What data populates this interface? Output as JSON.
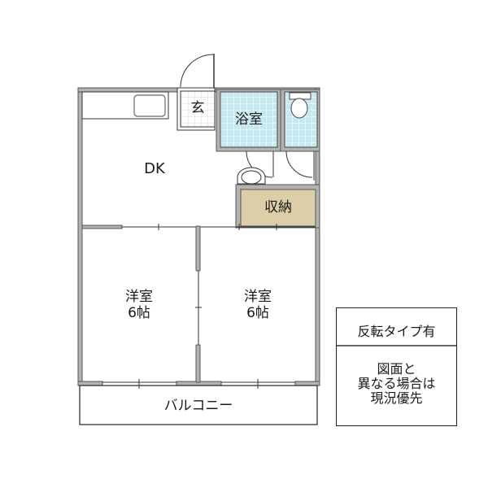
{
  "floorplan": {
    "rooms": {
      "dk": {
        "label": "DK"
      },
      "entrance": {
        "label": "玄"
      },
      "bathroom": {
        "label": "浴室"
      },
      "storage": {
        "label": "収納"
      },
      "western_room_1": {
        "label": "洋室",
        "size": "6帖"
      },
      "western_room_2": {
        "label": "洋室",
        "size": "6帖"
      },
      "balcony": {
        "label": "バルコニー"
      }
    },
    "colors": {
      "wall": "#b3b3b3",
      "wall_outline": "#4d4d4d",
      "tile": "#c6e8f0",
      "tile_grid": "#ffffff",
      "storage": "#dccfa8"
    }
  },
  "notes": {
    "reverse_type": "反転タイプ有",
    "disclaimer_lines": [
      "図面と",
      "異なる場合は",
      "現況優先"
    ]
  }
}
